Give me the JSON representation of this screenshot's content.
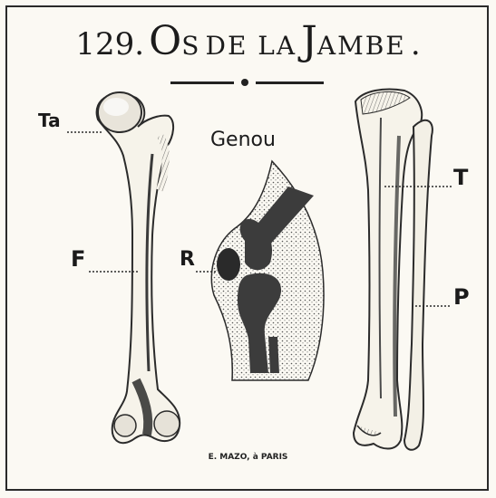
{
  "plate": {
    "number": "129",
    "title_prefix": ".",
    "title_O": "O",
    "title_s": "S",
    "title_de_la": "DE LA",
    "title_J": "J",
    "title_ambe": "AMBE",
    "title_suffix": "."
  },
  "labels": {
    "ta": "Ta",
    "genou": "Genou",
    "f": "F",
    "r": "R",
    "t": "T",
    "p": "P"
  },
  "credit": "E. MAZO, à PARIS",
  "colors": {
    "ink": "#1b1b1b",
    "paper": "#fbf9f3",
    "bone": "#f6f3ea",
    "dark": "#3a3a3a"
  },
  "icons": [
    "femur-drawing",
    "knee-section-drawing",
    "tibia-fibula-drawing"
  ]
}
